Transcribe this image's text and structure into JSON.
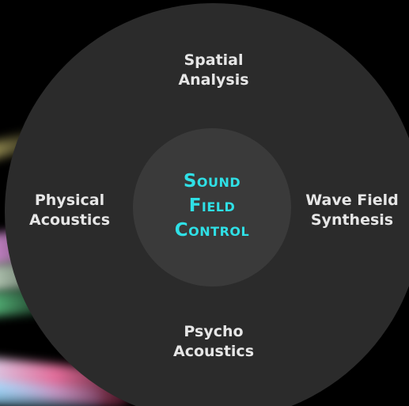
{
  "center": {
    "line1": "Sound",
    "line2": "Field",
    "line3": "Control",
    "color": "#2fe0e6"
  },
  "topics": {
    "top": {
      "line1": "Spatial",
      "line2": "Analysis"
    },
    "left": {
      "line1": "Physical",
      "line2": "Acoustics"
    },
    "right": {
      "line1": "Wave Field",
      "line2": "Synthesis"
    },
    "bottom": {
      "line1": "Psycho",
      "line2": "Acoustics"
    }
  },
  "colors": {
    "background": "#000000",
    "outer_circle": "#2b2b2b",
    "inner_circle": "#3a3a3a",
    "topic_text": "#e6e6e6"
  }
}
